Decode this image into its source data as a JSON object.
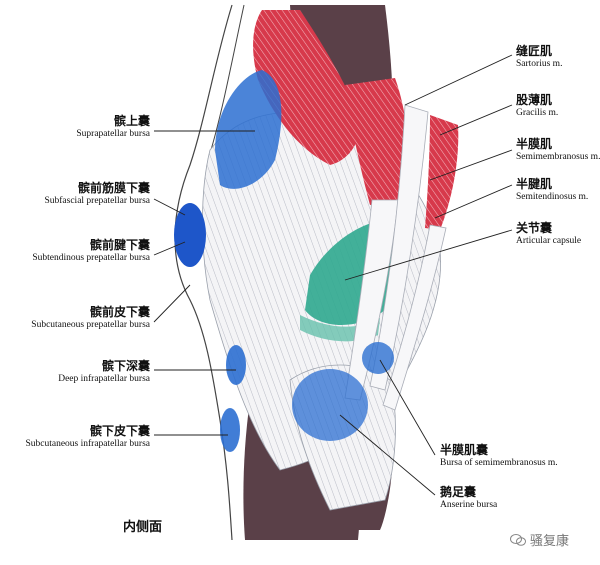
{
  "labels": {
    "suprapatellar": {
      "cn": "髌上囊",
      "en": "Suprapatellar bursa"
    },
    "subfascial_prepatellar": {
      "cn": "髌前筋膜下囊",
      "en": "Subfascial prepatellar bursa"
    },
    "subtendinous_prepatellar": {
      "cn": "髌前腱下囊",
      "en": "Subtendinous prepatellar bursa"
    },
    "subcutaneous_prepatellar": {
      "cn": "髌前皮下囊",
      "en": "Subcutaneous prepatellar bursa"
    },
    "deep_infrapatellar": {
      "cn": "髌下深囊",
      "en": "Deep infrapatellar bursa"
    },
    "subcutaneous_infrapatellar": {
      "cn": "髌下皮下囊",
      "en": "Subcutaneous infrapatellar bursa"
    },
    "sartorius": {
      "cn": "缝匠肌",
      "en": "Sartorius m."
    },
    "gracilis": {
      "cn": "股薄肌",
      "en": "Gracilis m."
    },
    "semimembranosus": {
      "cn": "半膜肌",
      "en": "Semimembranosus m."
    },
    "semitendinosus": {
      "cn": "半腱肌",
      "en": "Semitendinosus m."
    },
    "articular_capsule": {
      "cn": "关节囊",
      "en": "Articular capsule"
    },
    "bursa_semimembranosus": {
      "cn": "半膜肌囊",
      "en": "Bursa of semimembranosus m."
    },
    "anserine": {
      "cn": "鹅足囊",
      "en": "Anserine bursa"
    }
  },
  "caption": "内侧面",
  "watermark": "骚复康",
  "colors": {
    "muscle_red": "#d9394a",
    "bursa_blue": "#2c6fd1",
    "capsule_teal": "#2fa98f",
    "bone_dark": "#5a4048",
    "tendon_white": "#f2f2f4"
  }
}
